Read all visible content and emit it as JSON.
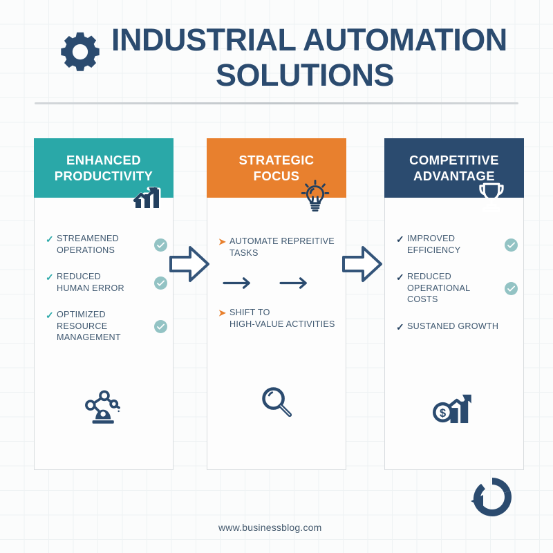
{
  "header": {
    "gear_icon": "gear-icon",
    "title_line_1": "INDUSTRIAL AUTOMATION",
    "title_line_2": "SOLUTIONS"
  },
  "colors": {
    "teal": "#2aa8a8",
    "orange": "#e8802e",
    "navy": "#2b4b6f",
    "dark_text": "#3f5870",
    "check_circle": "#93c3c4",
    "background": "#fbfcfc",
    "grid_line": "#eef2f3"
  },
  "cards": [
    {
      "id": "enhanced-productivity",
      "title": "ENHANCED\nPRODUCTIVITY",
      "header_color": "#2aa8a8",
      "badge_icon": "growth-chart-icon",
      "bottom_icon": "robot-arm-icon",
      "items": [
        {
          "label": "STREAMENED\nOPERATIONS",
          "bullet": "check",
          "bullet_style": "teal",
          "has_check_circle": true
        },
        {
          "label": "REDUCED\nHUMAN ERROR",
          "bullet": "check",
          "bullet_style": "teal",
          "has_check_circle": true
        },
        {
          "label": "OPTIMIZED\nRESOURCE\nMANAGEMENT",
          "bullet": "check",
          "bullet_style": "teal",
          "has_check_circle": true
        }
      ]
    },
    {
      "id": "strategic-focus",
      "title": "STRATEGIC\nFOCUS",
      "header_color": "#e8802e",
      "badge_icon": "lightbulb-icon",
      "bottom_icon": "magnifier-icon",
      "inner_arrows": [
        "arrow-right-icon",
        "arrow-right-icon"
      ],
      "items": [
        {
          "label": "AUTOMATE REPREITIVE\nTASKS",
          "bullet": "arrow",
          "bullet_style": "orange",
          "has_check_circle": false
        },
        {
          "label": "SHIFT TO\nHIGH-VALUE ACTIVITIES",
          "bullet": "arrow",
          "bullet_style": "orange",
          "has_check_circle": false
        }
      ]
    },
    {
      "id": "competitive-advantage",
      "title": "COMPETITIVE\nADVANTAGE",
      "header_color": "#2b4b6f",
      "badge_icon": "trophy-icon",
      "bottom_icon": "money-growth-icon",
      "items": [
        {
          "label": "IMPROVED\nEFFICIENCY",
          "bullet": "check",
          "bullet_style": "navy",
          "has_check_circle": true
        },
        {
          "label": "REDUCED\nOPERATIONAL\nCOSTS",
          "bullet": "check",
          "bullet_style": "navy",
          "has_check_circle": true
        },
        {
          "label": "SUSTANED GROWTH",
          "bullet": "check",
          "bullet_style": "navy",
          "has_check_circle": false
        }
      ]
    }
  ],
  "connectors": [
    {
      "icon": "block-arrow-right-icon"
    },
    {
      "icon": "block-arrow-right-icon"
    }
  ],
  "footer": {
    "url": "www.businessblog.com",
    "corner_icon": "refresh-cycle-icon"
  }
}
